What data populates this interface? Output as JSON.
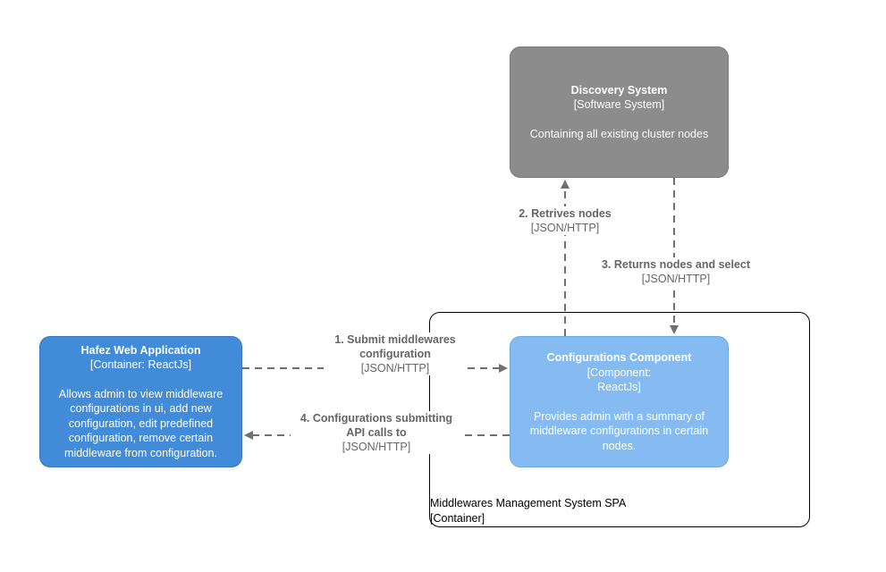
{
  "discovery": {
    "title": "Discovery System",
    "type": "[Software System]",
    "description": "Containing all existing cluster nodes"
  },
  "webapp": {
    "title": "Hafez Web Application",
    "type": "[Container: ReactJs]",
    "description_lines": [
      "Allows admin to view middleware",
      "configurations in ui, add new",
      "configuration, edit predefined",
      "configuration, remove certain",
      "middleware from configuration."
    ]
  },
  "config_component": {
    "title": "Configurations Component",
    "type_lines": [
      "[Component:",
      "ReactJs]"
    ],
    "description_lines": [
      "Provides admin with a summary of",
      "middleware configurations in certain",
      "nodes."
    ]
  },
  "boundary": {
    "name": "Middlewares Management System SPA",
    "type": "[Container]"
  },
  "edges": [
    {
      "title_lines": [
        "1. Submit middlewares",
        "configuration"
      ],
      "tech": "[JSON/HTTP]"
    },
    {
      "title_lines": [
        "2. Retrives nodes"
      ],
      "tech": "[JSON/HTTP]"
    },
    {
      "title_lines": [
        "3. Returns nodes and select"
      ],
      "tech": "[JSON/HTTP]"
    },
    {
      "title_lines": [
        "4. Configurations submitting",
        "API calls to"
      ],
      "tech": "[JSON/HTTP]"
    }
  ],
  "colors": {
    "software_system": "#8c8c8c",
    "container": "#428bd8",
    "component": "#85bbf0",
    "edge": "#707070",
    "edge_label": "#666666"
  }
}
